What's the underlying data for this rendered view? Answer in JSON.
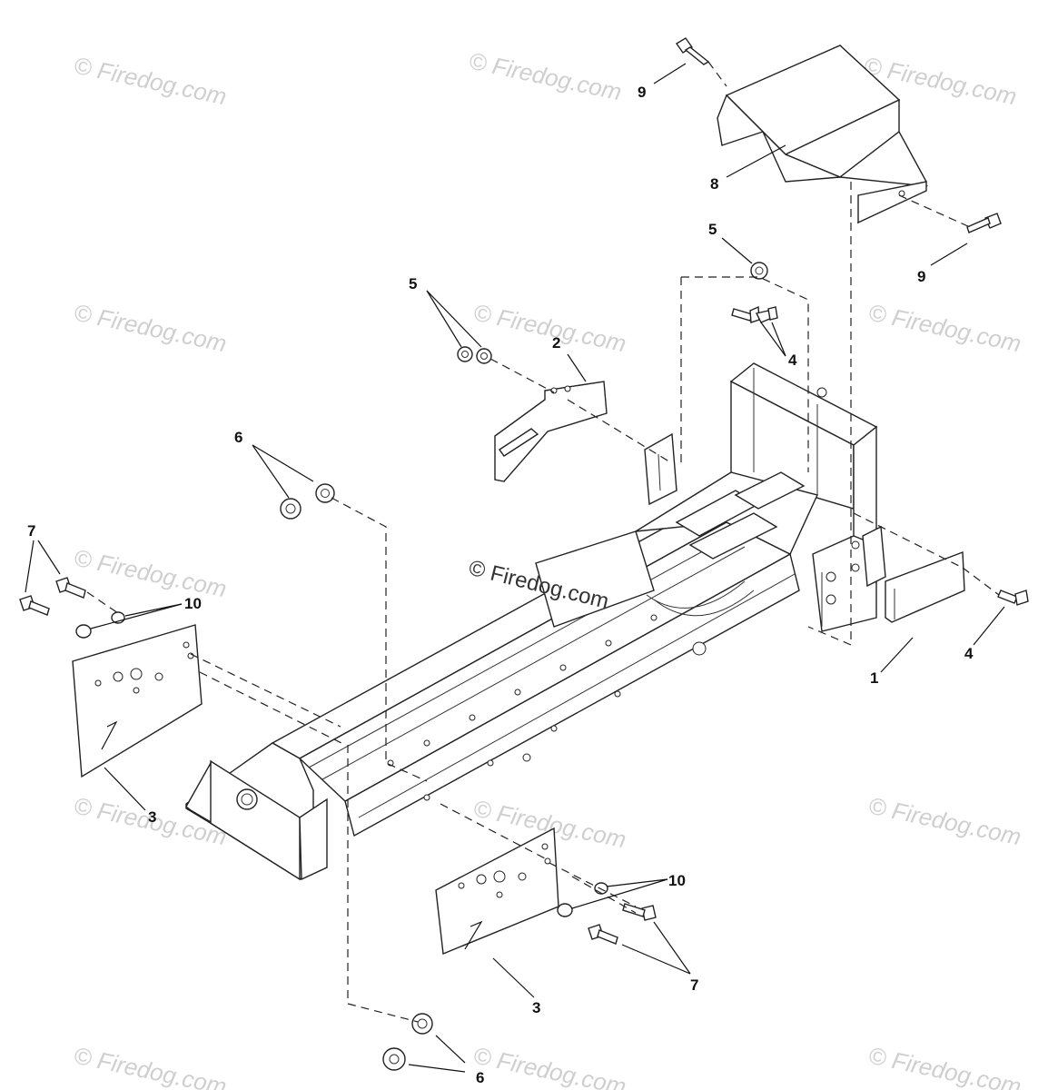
{
  "watermarks": [
    "© Firedog.com",
    "© Firedog.com",
    "© Firedog.com",
    "© Firedog.com",
    "© Firedog.com",
    "© Firedog.com",
    "© Firedog.com",
    "© Firedog.com",
    "© Firedog.com",
    "© Firedog.com",
    "© Firedog.com",
    "© Firedog.com",
    "© Firedog.com"
  ],
  "center_watermark": "© Firedog.com",
  "callouts": {
    "c1": "1",
    "c2": "2",
    "c3a": "3",
    "c3b": "3",
    "c4a": "4",
    "c4b": "4",
    "c5a": "5",
    "c5b": "5",
    "c6a": "6",
    "c6b": "6",
    "c7a": "7",
    "c7b": "7",
    "c8": "8",
    "c9a": "9",
    "c9b": "9",
    "c10a": "10",
    "c10b": "10"
  },
  "colors": {
    "line": "#222222",
    "watermark": "#cfcfcf",
    "background": "#ffffff"
  }
}
